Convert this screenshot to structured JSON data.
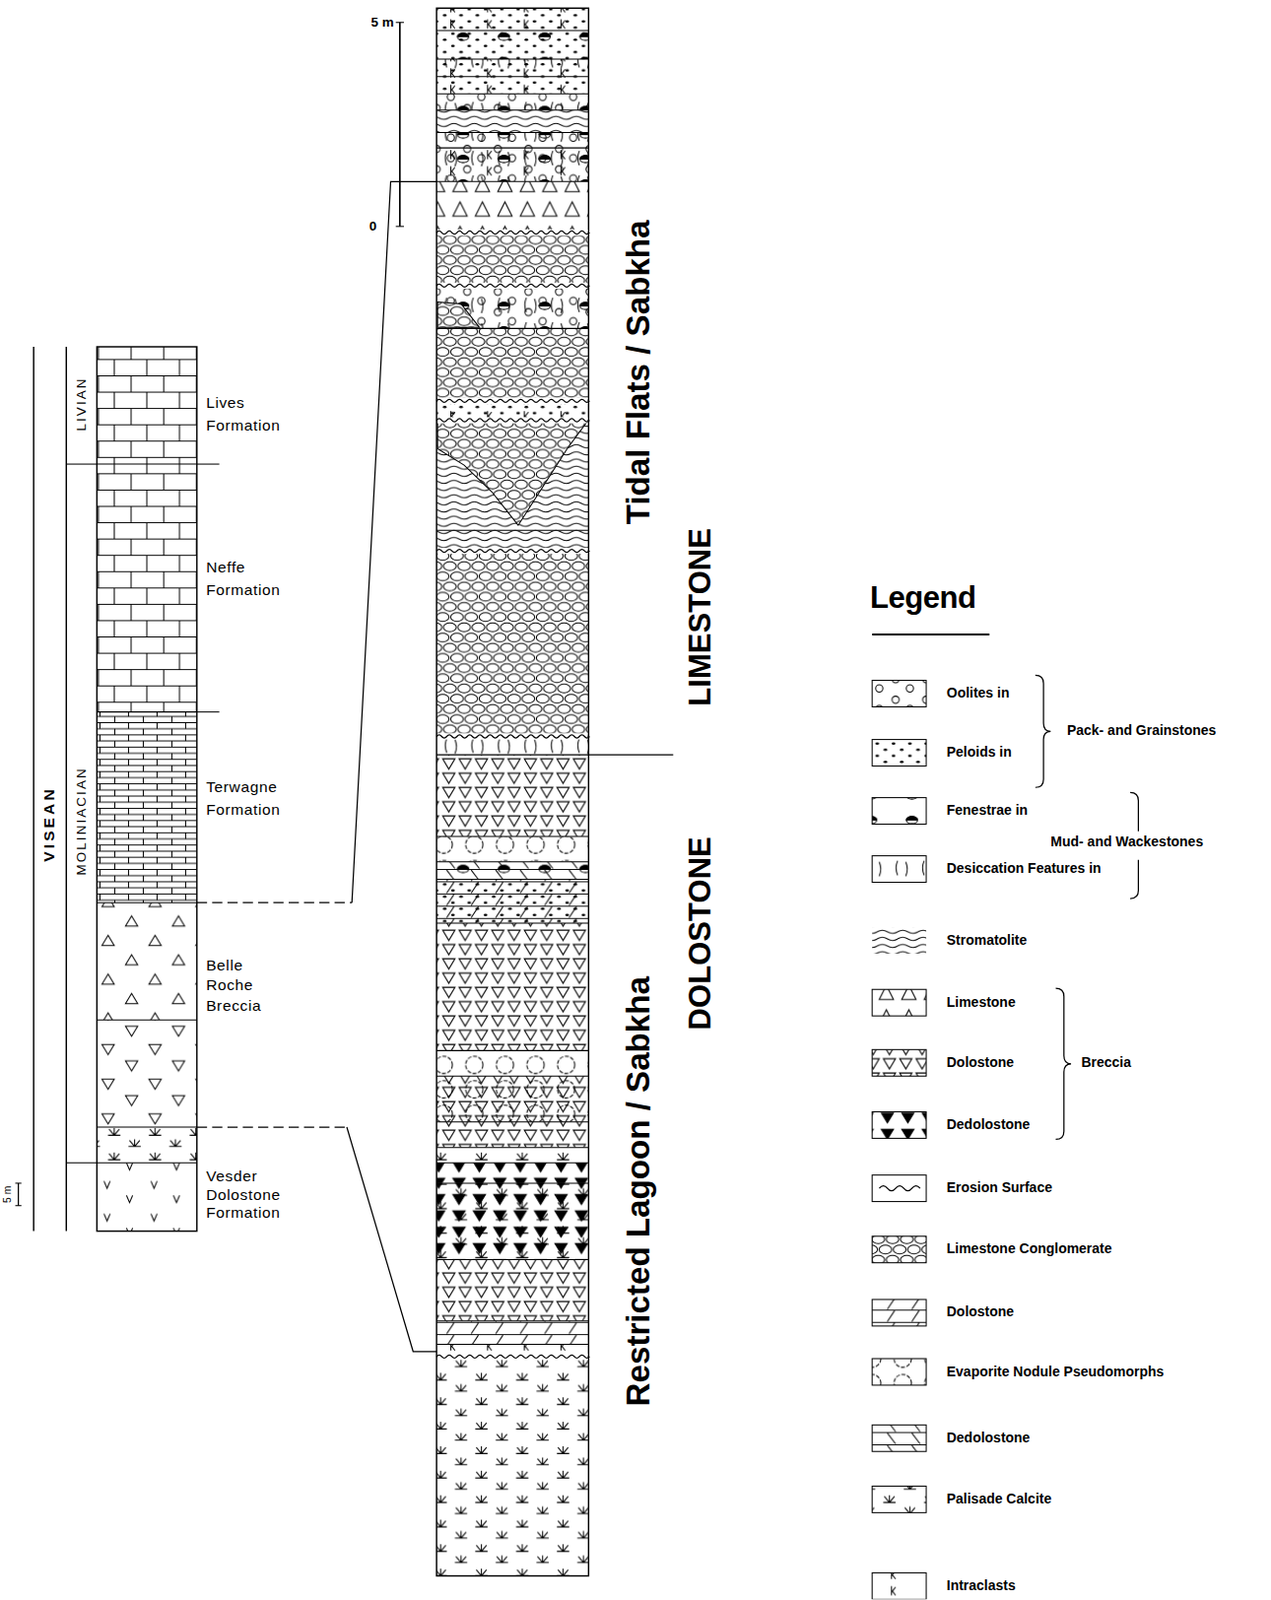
{
  "diagram": {
    "labels": [
      "VISEAN",
      "LIVIAN",
      "MOLINIACIAN",
      "Lives Formation",
      "Neffe Formation",
      "Terwagne Formation",
      "Belle Roche Breccia",
      "Vesder Dolostone Formation",
      "5 m",
      "5 m",
      "0",
      "Tidal Flats / Sabkha",
      "LIMESTONE",
      "DOLOSTONE",
      "Restricted Lagoon / Sabkha",
      "Legend",
      "Pack- and Grainstones",
      "Mud- and Wackestones",
      "Breccia"
    ],
    "legend": [
      {
        "text": "Oolites in"
      },
      {
        "text": "Peloids in"
      },
      {
        "text": "Fenestrae in"
      },
      {
        "text": "Desiccation Features in"
      },
      {
        "text": "Stromatolite"
      },
      {
        "text": "Limestone"
      },
      {
        "text": "Dolostone"
      },
      {
        "text": "Dedolostone"
      },
      {
        "text": "Erosion Surface"
      },
      {
        "text": "Limestone Conglomerate"
      },
      {
        "text": "Dolostone"
      },
      {
        "text": "Evaporite Nodule Pseudomorphs"
      },
      {
        "text": "Dedolostone"
      },
      {
        "text": "Palisade Calcite"
      },
      {
        "text": "Intraclasts"
      }
    ]
  }
}
